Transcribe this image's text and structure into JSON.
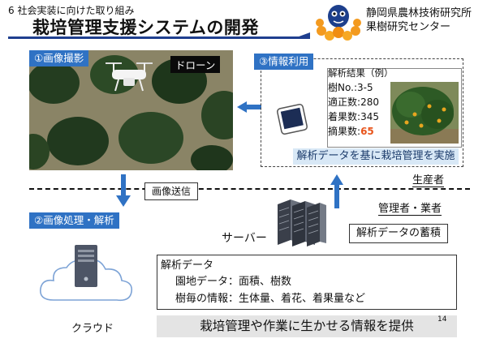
{
  "header": {
    "section": "6 社会実装に向けた取り組み",
    "title": "栽培管理支援システムの開発",
    "org_line1": "静岡県農林技術研究所",
    "org_line2": "果樹研究センター"
  },
  "photo_panel": {
    "label": "①画像撮影",
    "drone_label": "ドローン"
  },
  "info_panel": {
    "label": "③情報利用",
    "result_title": "解析結果（例）",
    "rows": [
      {
        "label": "樹No.",
        "value": "3-5",
        "sep": ":"
      },
      {
        "label": "適正数",
        "value": "280",
        "sep": ":"
      },
      {
        "label": "着果数",
        "value": "345",
        "sep": ":"
      },
      {
        "label": "摘果数",
        "value": "65",
        "sep": ":"
      }
    ],
    "highlight_color": "#e8541b",
    "banner": "解析データを基に栽培管理を実施"
  },
  "divider": {
    "producer_label": "生産者",
    "manager_label": "管理者・業者"
  },
  "transfer_label": "画像送信",
  "processing_label": "②画像処理・解析",
  "server_label": "サーバー",
  "storage_label": "解析データの蓄積",
  "data_box": {
    "title": "解析データ",
    "line1": "園地データ：面積、樹数",
    "line2": "樹毎の情報：生体量、着花、着果量など"
  },
  "cloud_label": "クラウド",
  "footer_banner": "栽培管理や作業に生かせる情報を提供",
  "page_number": "14",
  "colors": {
    "accent_blue": "#2f72c4",
    "title_bar": "#1f3f8f",
    "banner_bg": "#e4e4e4"
  },
  "icons": [
    "mascot-icon",
    "drone-icon",
    "tablet-icon",
    "arrow-left-icon",
    "arrow-down-icon",
    "arrow-up-icon",
    "server-icon",
    "cloud-icon"
  ]
}
